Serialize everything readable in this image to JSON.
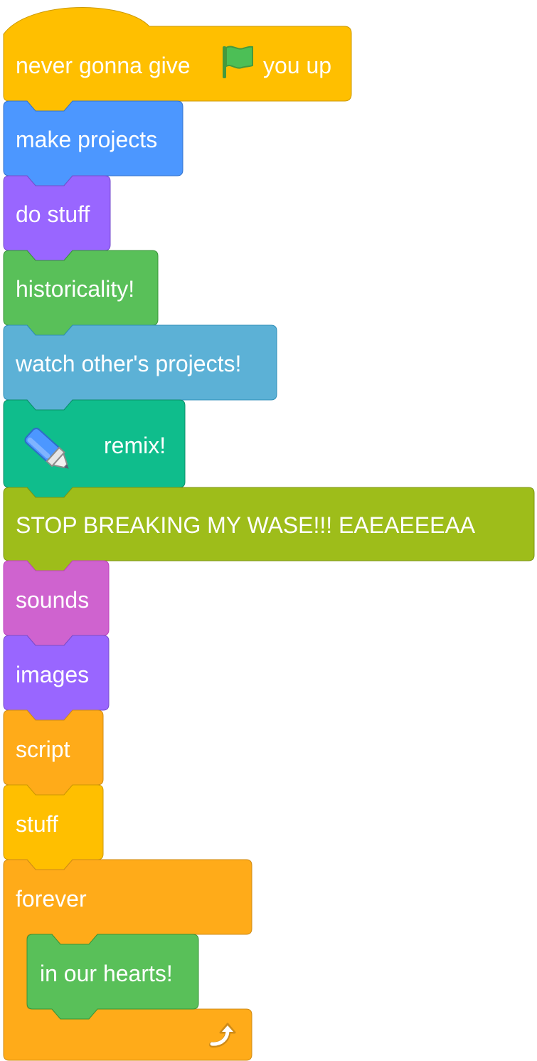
{
  "colors": {
    "events": "#FFBF00",
    "motion": "#4C97FF",
    "looks": "#9966FF",
    "green": "#59C059",
    "sensing": "#5CB1D6",
    "pen": "#0FBD8C",
    "olive": "#9EBD1A",
    "sound": "#CF63CF",
    "control": "#FFAB19"
  },
  "script": {
    "hat_block": {
      "text_before": "never gonna give",
      "icon": "green-flag-icon",
      "text_after": "you up"
    },
    "blocks": [
      {
        "label": "make projects"
      },
      {
        "label": "do stuff"
      },
      {
        "label": "historicality!"
      },
      {
        "label": "watch other's projects!"
      },
      {
        "label": "remix!",
        "icon": "pen-icon"
      },
      {
        "label": "STOP BREAKING MY WASE!!! EAEAEEEAA"
      },
      {
        "label": "sounds"
      },
      {
        "label": "images"
      },
      {
        "label": "script"
      },
      {
        "label": "stuff"
      }
    ],
    "forever_block": {
      "label": "forever",
      "inner_block": {
        "label": "in our hearts!"
      },
      "footer_icon": "loop-arrow-icon"
    }
  }
}
